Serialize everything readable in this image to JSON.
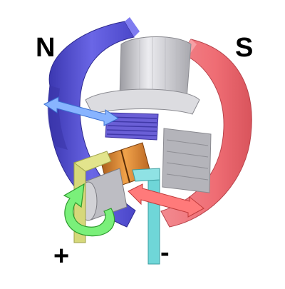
{
  "labels": {
    "north": "N",
    "south": "S",
    "positive": "+",
    "negative": "-"
  },
  "colors": {
    "north_magnet": "#5a55d8",
    "south_magnet": "#ee6b72",
    "armature": "#c8c8cc",
    "coil": "#6a5fd6",
    "commutator": "#d98a2b",
    "brush_positive": "#d6d87a",
    "brush_negative": "#6fd6d8",
    "field_arrow_blue": "#88b4ff",
    "field_arrow_red": "#ff7a7a",
    "rotation_arrow": "#7af07a"
  },
  "icons": {
    "rotation": "curved-arrow-counterclockwise",
    "force_left": "double-headed-arrow",
    "force_right": "double-headed-arrow"
  }
}
